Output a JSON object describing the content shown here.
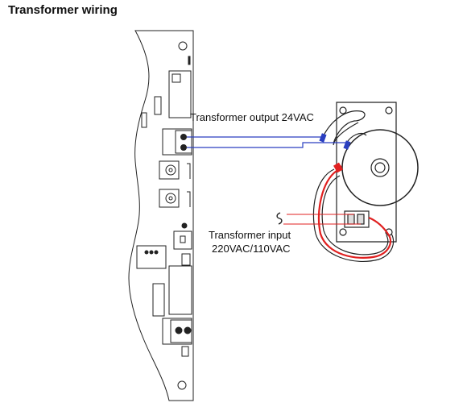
{
  "title": "Transformer wiring",
  "labels": {
    "output": "Transformer output 24VAC",
    "input_line1": "Transformer input",
    "input_line2": "220VAC/110VAC"
  },
  "colors": {
    "output_wire": "#2a3fc0",
    "input_wire": "#e02020",
    "outline": "#222222"
  }
}
